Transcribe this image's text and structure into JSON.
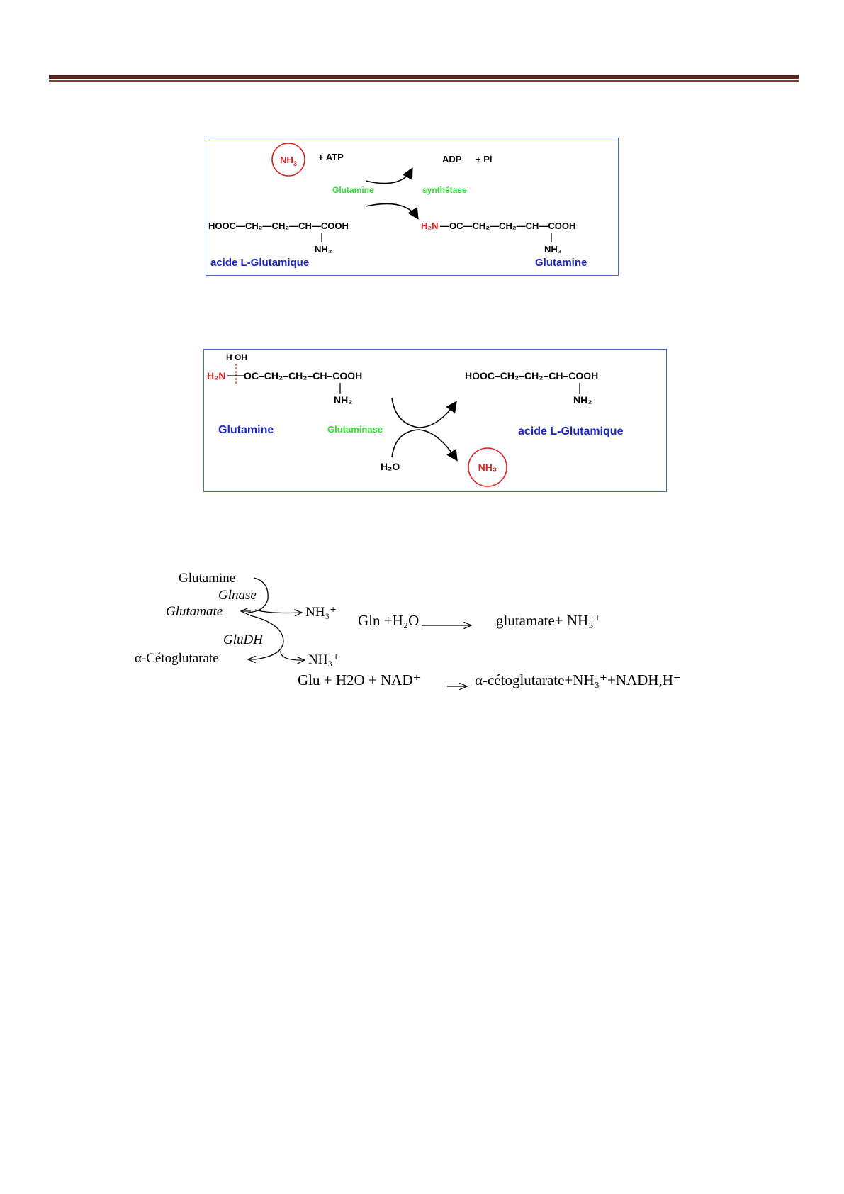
{
  "reaction1": {
    "nh3": "NH",
    "nh3_sub": "3",
    "atp": "+ ATP",
    "adp": "ADP",
    "pi": "+ Pi",
    "enzyme_left": "Glutamine",
    "enzyme_right": "synthétase",
    "reactant_formula": "HOOC—CH₂—CH₂—CH—COOH",
    "reactant_nh2": "NH₂",
    "product_h2n": "H₂N",
    "product_formula": "—OC—CH₂—CH₂—CH—COOH",
    "product_nh2": "NH₂",
    "reactant_name": "acide L-Glutamique",
    "product_name": "Glutamine"
  },
  "reaction2": {
    "hoh": "H OH",
    "h2n": "H₂N",
    "substrate_formula": "OC–CH₂–CH₂–CH–COOH",
    "substrate_nh2": "NH₂",
    "product_formula": "HOOC–CH₂–CH₂–CH–COOH",
    "product_nh2": "NH₂",
    "substrate_name": "Glutamine",
    "enzyme": "Glutaminase",
    "product_name": "acide L-Glutamique",
    "water": "H₂O",
    "nh3": "NH₃"
  },
  "scheme": {
    "glutamine": "Glutamine",
    "glnase": "Glnase",
    "glutamate": "Glutamate",
    "nh3_1": "NH₃⁺",
    "gludh": "GluDH",
    "cetoglutarate": "α-Cétoglutarate",
    "nh3_2": "NH₃⁺",
    "eq1_left": "Gln +H₂O",
    "eq1_right": "glutamate+ NH₃⁺",
    "eq2_left": "Glu + H2O + NAD⁺",
    "eq2_right": "α-cétoglutarate+NH₃⁺+NADH,H⁺"
  },
  "colors": {
    "accent_red": "#e02020",
    "enzyme_green": "#33dd33",
    "label_blue": "#1a24c8",
    "box_border": "#4a6fb5"
  }
}
